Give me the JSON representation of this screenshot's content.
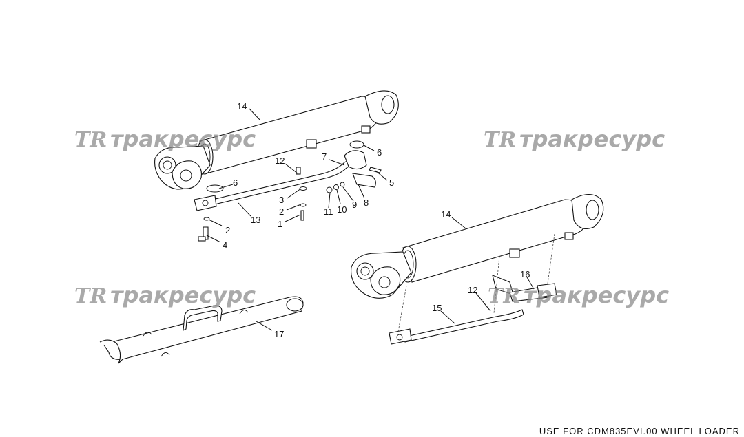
{
  "watermark": {
    "logo_text": "TR",
    "brand_text": "тракресурс"
  },
  "footer": {
    "text": "USE FOR CDM835EVI.00 WHEEL LOADER"
  },
  "callouts": [
    {
      "id": "c14a",
      "text": "14"
    },
    {
      "id": "c12a",
      "text": "12"
    },
    {
      "id": "c7",
      "text": "7"
    },
    {
      "id": "c6a",
      "text": "6"
    },
    {
      "id": "c6b",
      "text": "6"
    },
    {
      "id": "c5",
      "text": "5"
    },
    {
      "id": "c3",
      "text": "3"
    },
    {
      "id": "c2a",
      "text": "2"
    },
    {
      "id": "c1",
      "text": "1"
    },
    {
      "id": "c11",
      "text": "11"
    },
    {
      "id": "c10",
      "text": "10"
    },
    {
      "id": "c9",
      "text": "9"
    },
    {
      "id": "c8",
      "text": "8"
    },
    {
      "id": "c13",
      "text": "13"
    },
    {
      "id": "c2b",
      "text": "2"
    },
    {
      "id": "c4",
      "text": "4"
    },
    {
      "id": "c14b",
      "text": "14"
    },
    {
      "id": "c16",
      "text": "16"
    },
    {
      "id": "c12b",
      "text": "12"
    },
    {
      "id": "c15",
      "text": "15"
    },
    {
      "id": "c17",
      "text": "17"
    }
  ]
}
